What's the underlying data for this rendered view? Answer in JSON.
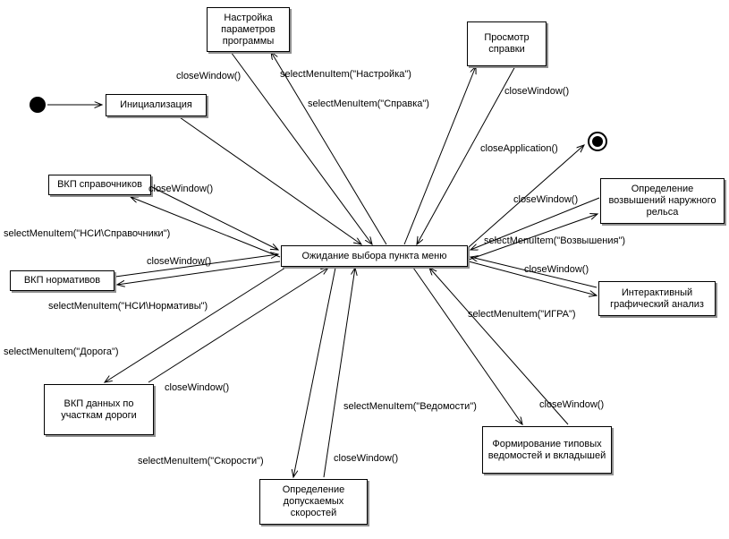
{
  "diagram": {
    "kind": "uml-state-diagram",
    "nodes": {
      "initialization": {
        "label": "Инициализация"
      },
      "settings": {
        "label": "Настройка параметров программы"
      },
      "help": {
        "label": "Просмотр справки"
      },
      "elevations": {
        "label": "Определение возвышений наружного рельса"
      },
      "graphic_analysis": {
        "label": "Интерактивный графический анализ"
      },
      "reports": {
        "label": "Формирование типовых ведомостей и вкладышей"
      },
      "speeds": {
        "label": "Определение допускаемых скоростей"
      },
      "road_data": {
        "label": "ВКП данных по участкам дороги"
      },
      "norms": {
        "label": "ВКП нормативов"
      },
      "references": {
        "label": "ВКП справочников"
      },
      "waiting": {
        "label": "Ожидание выбора пункта меню"
      }
    },
    "edge_labels": [
      {
        "text": "closeWindow()"
      },
      {
        "text": "selectMenuItem(\"Настройка\")"
      },
      {
        "text": "selectMenuItem(\"Справка\")"
      },
      {
        "text": "closeWindow()"
      },
      {
        "text": "closeApplication()"
      },
      {
        "text": "closeWindow()"
      },
      {
        "text": "selectMenuItem(\"Возвышения\")"
      },
      {
        "text": "closeWindow()"
      },
      {
        "text": "selectMenuItem(\"НСИ\\Справочники\")"
      },
      {
        "text": "closeWindow()"
      },
      {
        "text": "selectMenuItem(\"НСИ\\Нормативы\")"
      },
      {
        "text": "closeWindow()"
      },
      {
        "text": "selectMenuItem(\"ИГРА\")"
      },
      {
        "text": "selectMenuItem(\"Дорога\")"
      },
      {
        "text": "closeWindow()"
      },
      {
        "text": "selectMenuItem(\"Ведомости\")"
      },
      {
        "text": "closeWindow()"
      },
      {
        "text": "selectMenuItem(\"Скорости\")"
      },
      {
        "text": "closeWindow()"
      }
    ]
  }
}
